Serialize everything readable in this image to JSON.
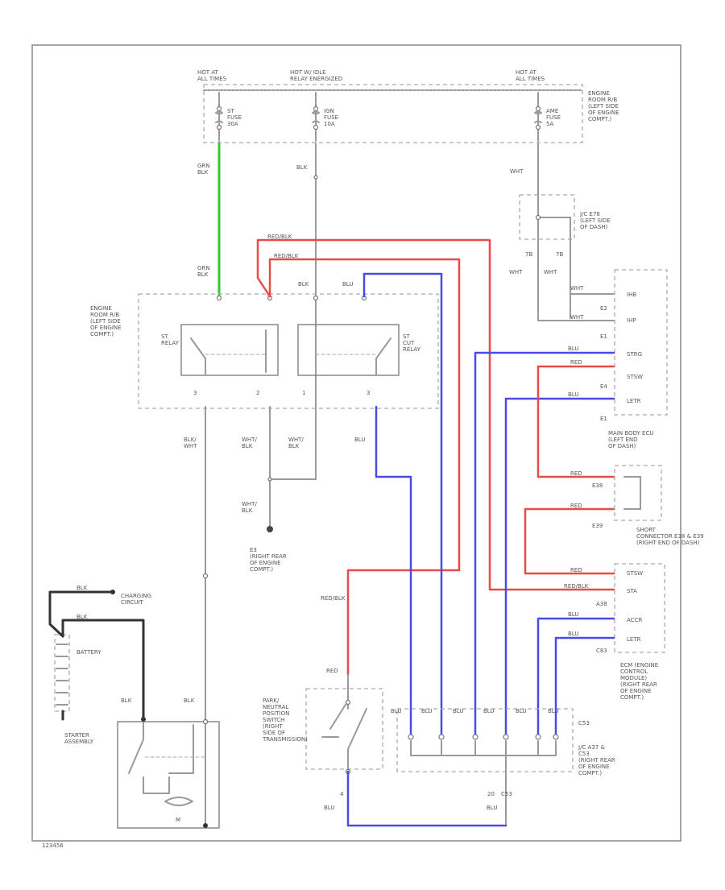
{
  "colors": {
    "red": "#e84a4a",
    "blue": "#4a4ae6",
    "green": "#33c733",
    "grey": "#9a9a9a",
    "dark": "#333333"
  },
  "fuse_block": {
    "hot_am": "HOT AT\nALL TIMES",
    "hot_relay": "HOT W/ IDLE\nRELAY ENERGIZED",
    "hot_right": "HOT AT\nALL TIMES",
    "fuse_st": "ST\nFUSE\n30A",
    "fuse_ign": "IGN\nFUSE\n10A",
    "fuse_ame": "AME\nFUSE\n5A",
    "location": "ENGINE\nROOM R/B\n(LEFT SIDE\nOF ENGINE\nCOMPT.)"
  },
  "relay_block": {
    "location": "ENGINE\nROOM R/B\n(LEFT SIDE\nOF ENGINE\nCOMPT.)",
    "st_relay": "ST\nRELAY",
    "st_cut_relay": "ST\nCUT\nRELAY",
    "pins": [
      "3",
      "2",
      "1",
      "3"
    ]
  },
  "wires": {
    "grn_blk": "GRN\nBLK",
    "blk": "BLK",
    "red_blk": "RED/BLK",
    "blu": "BLU",
    "wht": "WHT",
    "blk_wht": "BLK/\nWHT",
    "wht_blk": "WHT/\nBLK",
    "red": "RED"
  },
  "ground": {
    "label": "WHT/\nBLK",
    "location": "E3\n(RIGHT REAR\nOF ENGINE\nCOMPT.)"
  },
  "junction": {
    "label": "J/C E78\n(LEFT SIDE\nOF DASH)",
    "pin_left": "7B",
    "pin_right": "7B"
  },
  "main_body_ecu": {
    "pins": [
      "IHB",
      "IHP",
      "STRG",
      "STSW",
      "LETR"
    ],
    "connectors": [
      "E2",
      "E1",
      "E4",
      "E1"
    ],
    "location": "MAIN BODY ECU\n(LEFT END\nOF DASH)"
  },
  "short_connector": {
    "connectors": [
      "E38",
      "E39"
    ],
    "label": "SHORT\nCONNECTOR E38 & E39\n(RIGHT END OF DASH)"
  },
  "ecm": {
    "pins": [
      "STSW",
      "STA",
      "ACCR",
      "LETR"
    ],
    "connectors": [
      "A38",
      "C83"
    ],
    "location": "ECM (ENGINE\nCONTROL\nMODULE)\n(RIGHT REAR\nOF ENGINE\nCOMPT.)"
  },
  "battery": {
    "label": "BATTERY",
    "charging": "CHARGING\nCIRCUIT",
    "wire": "BLK"
  },
  "starter": {
    "label": "STARTER\nASSEMBLY",
    "motor": "M",
    "wire": "BLK"
  },
  "pnp_switch": {
    "label": "PARK/\nNEUTRAL\nPOSITION\nSWITCH\n(RIGHT\nSIDE OF\nTRANSMISSION)",
    "pin_bottom": "4"
  },
  "jc_a2": {
    "label": "J/C A37 &\nC53\n(RIGHT REAR\nOF ENGINE\nCOMPT.)",
    "connector": "C53",
    "pin": "20",
    "connector_bottom": "C53"
  },
  "footer_id": "123456"
}
